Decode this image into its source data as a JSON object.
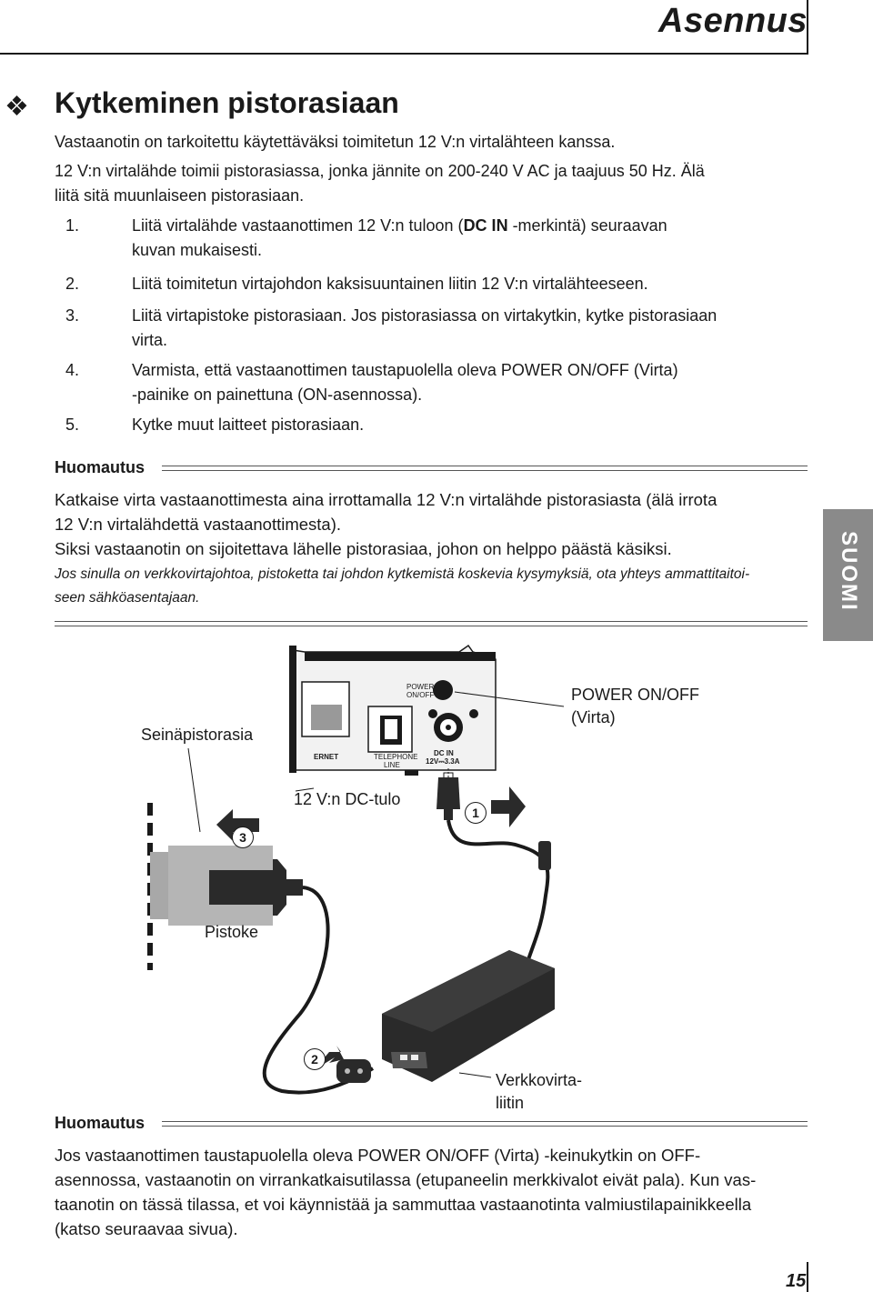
{
  "header": {
    "title": "Asennus"
  },
  "section": {
    "icon": "four-diamond-icon",
    "title": "Kytkeminen pistorasiaan"
  },
  "intro": [
    "Vastaanotin on tarkoitettu käytettäväksi toimitetun 12 V:n virtalähteen kanssa.",
    "12 V:n virtalähde toimii pistorasiassa, jonka jännite on 200-240 V AC ja taajuus 50 Hz. Älä",
    "liitä sitä muunlaiseen pistorasiaan."
  ],
  "steps": [
    {
      "num": "1.",
      "pre": "Liitä virtalähde vastaanottimen 12 V:n tuloon (",
      "bold": "DC IN",
      "post": " -merkintä) seuraavan",
      "line2": "kuvan mukaisesti."
    },
    {
      "num": "2.",
      "text": "Liitä toimitetun virtajohdon kaksisuuntainen liitin 12 V:n virtalähteeseen."
    },
    {
      "num": "3.",
      "text": "Liitä virtapistoke pistorasiaan. Jos pistorasiassa on virtakytkin, kytke pistorasiaan",
      "line2": "virta."
    },
    {
      "num": "4.",
      "text": "Varmista, että vastaanottimen taustapuolella oleva POWER ON/OFF (Virta)",
      "line2": "-painike on painettuna (ON-asennossa)."
    },
    {
      "num": "5.",
      "text": "Kytke muut laitteet pistorasiaan."
    }
  ],
  "note1": {
    "heading": "Huomautus",
    "lines": [
      "Katkaise virta vastaanottimesta aina irrottamalla 12 V:n virtalähde pistorasiasta (älä irrota",
      "12 V:n virtalähdettä vastaanottimesta).",
      "Siksi vastaanotin on sijoitettava lähelle pistorasiaa, johon on helppo päästä käsiksi."
    ],
    "italic_lines": [
      "Jos sinulla on verkkovirtajohtoa, pistoketta tai johdon kytkemistä koskevia kysymyksiä, ota yhteys ammattitaitoi-",
      "seen sähköasentajaan."
    ]
  },
  "side_tab": "SUOMI",
  "diagram": {
    "label_outlet": "Seinäpistorasia",
    "label_power_1": "POWER ON/OFF",
    "label_power_2": "(Virta)",
    "label_dc": "12 V:n DC-tulo",
    "label_plug": "Pistoke",
    "label_adapter_1": "Verkkovirta-",
    "label_adapter_2": "liitin",
    "panel_power_1": "POWER",
    "panel_power_2": "ON/OFF",
    "panel_ethernet": "ERNET",
    "panel_telephone_1": "TELEPHONE",
    "panel_telephone_2": "LINE",
    "panel_dcin_1": "DC IN",
    "panel_dcin_2": "12V⎓3.3A",
    "badge_1": "1",
    "badge_2": "2",
    "badge_3": "3"
  },
  "note2": {
    "heading": "Huomautus",
    "lines": [
      "Jos vastaanottimen taustapuolella oleva POWER ON/OFF (Virta) -keinukytkin on OFF-",
      "asennossa, vastaanotin on virrankatkaisutilassa (etupaneelin merkkivalot eivät pala). Kun vas-",
      "taanotin on tässä tilassa, et voi käynnistää ja sammuttaa vastaanotinta valmiustilapainikkeella",
      "(katso seuraavaa sivua)."
    ]
  },
  "page_number": "15"
}
